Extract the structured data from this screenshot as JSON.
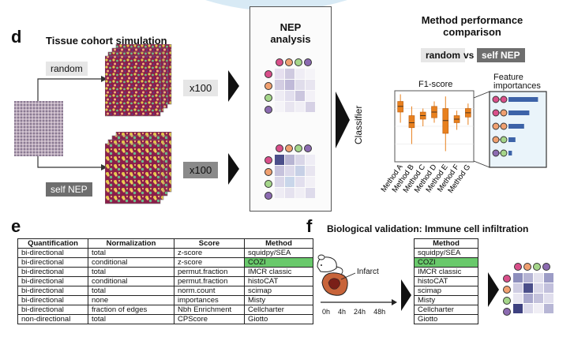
{
  "panel_d": {
    "letter": "d",
    "title": "Tissue cohort simulation",
    "random_label": "random",
    "self_nep_label": "self NEP",
    "multiplier_top": "x100",
    "multiplier_bottom": "x100",
    "nep_title_1": "NEP",
    "nep_title_2": "analysis",
    "method_title_1": "Method performance",
    "method_title_2": "comparison",
    "random_tag": "random",
    "vs": "vs",
    "self_nep_tag": "self NEP",
    "classifier": "Classifier",
    "f1_label": "F1-score",
    "feature_title_1": "Feature",
    "feature_title_2": "importances",
    "colors": {
      "pink": "#d94f8a",
      "orange": "#f0a070",
      "green": "#a5d68a",
      "purple": "#8c6bb1",
      "accent": "#e8801e"
    }
  },
  "chart_data": {
    "type": "box",
    "title": "F1-score",
    "categories": [
      "Method A",
      "Method B",
      "Method C",
      "Method D",
      "Method E",
      "Method F",
      "Method G"
    ],
    "box": [
      {
        "min": 0.55,
        "q1": 0.7,
        "median": 0.78,
        "q3": 0.85,
        "max": 0.95
      },
      {
        "min": 0.25,
        "q1": 0.48,
        "median": 0.55,
        "q3": 0.65,
        "max": 0.78
      },
      {
        "min": 0.5,
        "q1": 0.6,
        "median": 0.65,
        "q3": 0.7,
        "max": 0.75
      },
      {
        "min": 0.55,
        "q1": 0.62,
        "median": 0.7,
        "q3": 0.78,
        "max": 0.85
      },
      {
        "min": 0.15,
        "q1": 0.4,
        "median": 0.58,
        "q3": 0.75,
        "max": 0.92
      },
      {
        "min": 0.45,
        "q1": 0.55,
        "median": 0.6,
        "q3": 0.65,
        "max": 0.72
      },
      {
        "min": 0.52,
        "q1": 0.63,
        "median": 0.69,
        "q3": 0.75,
        "max": 0.82
      }
    ],
    "feature_importances": [
      0.85,
      0.6,
      0.45,
      0.2,
      0.1
    ]
  },
  "panel_e": {
    "letter": "e",
    "headers": [
      "Quantification",
      "Normalization",
      "Score",
      "Method"
    ],
    "rows": [
      [
        "bi-directional",
        "total",
        "z-score",
        "squidpy/SEA"
      ],
      [
        "bi-directional",
        "conditional",
        "z-score",
        "COZI"
      ],
      [
        "bi-directional",
        "total",
        "permut.fraction",
        "IMCR classic"
      ],
      [
        "bi-directional",
        "conditional",
        "permut.fraction",
        "histoCAT"
      ],
      [
        "bi-directional",
        "total",
        "norm.count",
        "scimap"
      ],
      [
        "bi-directional",
        "none",
        "importances",
        "Misty"
      ],
      [
        "bi-directional",
        "fraction of edges",
        "Nbh Enrichment",
        "Cellcharter"
      ],
      [
        "non-directional",
        "total",
        "CPScore",
        "Giotto"
      ]
    ]
  },
  "panel_f": {
    "letter": "f",
    "title": "Biological validation: Immune cell infiltration",
    "infarct": "Infarct",
    "timepoints": [
      "0h",
      "4h",
      "24h",
      "48h"
    ],
    "method_header": "Method",
    "methods": [
      "squidpy/SEA",
      "COZI",
      "IMCR classic",
      "histoCAT",
      "scimap",
      "Misty",
      "Cellcharter",
      "Giotto"
    ]
  }
}
